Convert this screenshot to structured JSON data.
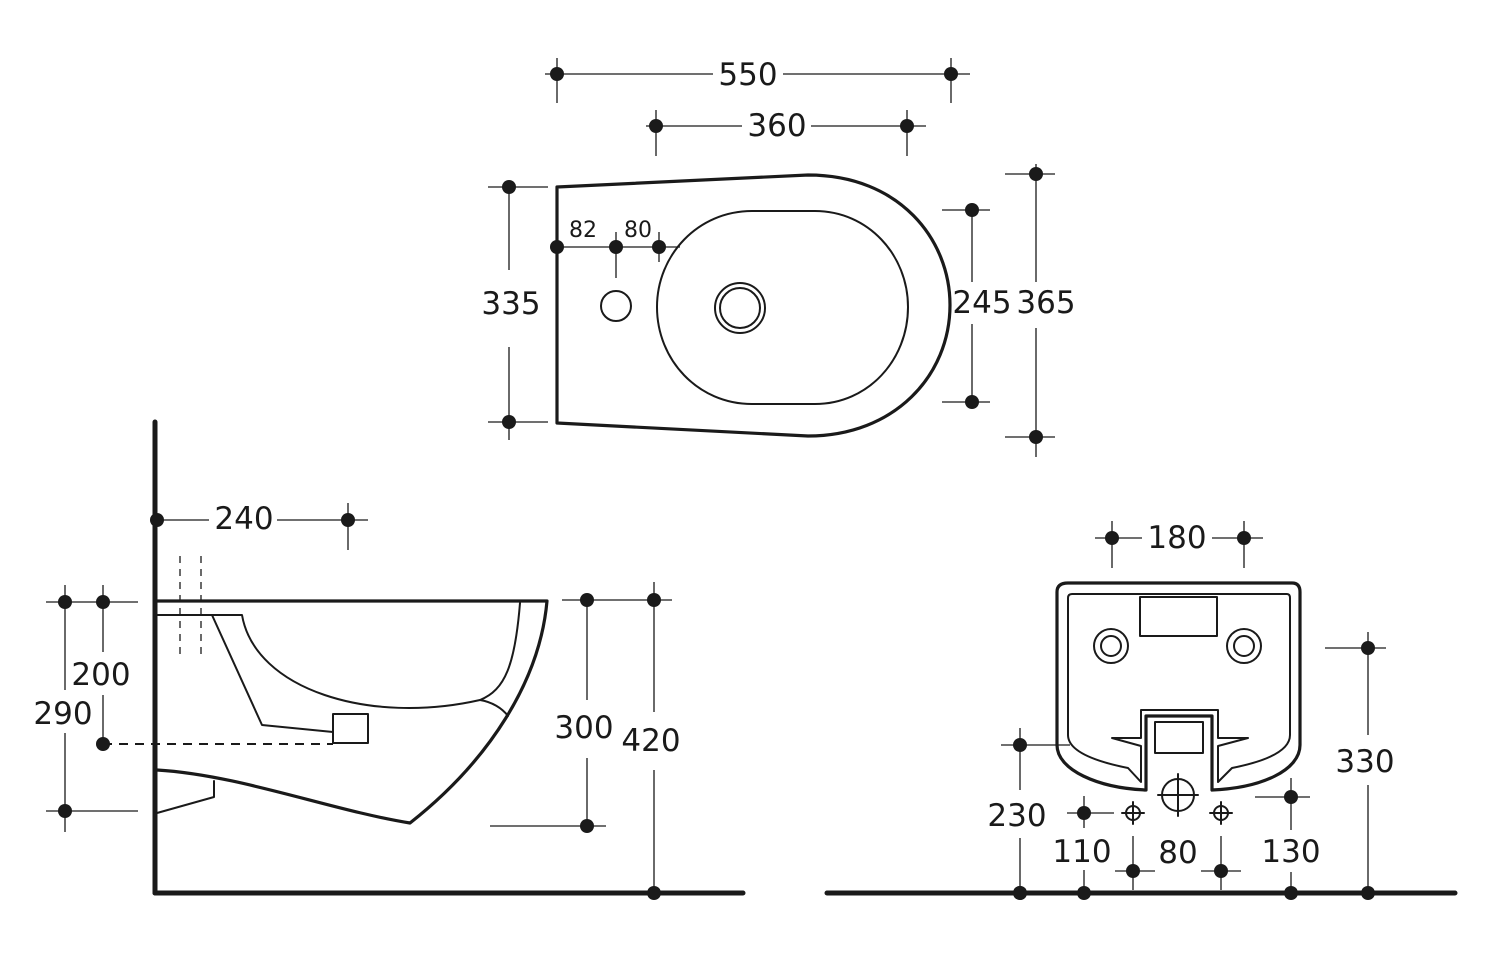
{
  "colors": {
    "ink": "#1a1a1a",
    "paper": "#ffffff"
  },
  "top_view": {
    "overall_width": "550",
    "bowl_width": "360",
    "depth": "335",
    "bowl_depth": "245",
    "overall_depth": "365",
    "tap_hole_offset": "82",
    "tap_to_bowl": "80"
  },
  "side_view": {
    "projection": "240",
    "fixing_height": "200",
    "waste_height": "290",
    "bowl_height": "300",
    "rim_height": "420"
  },
  "back_view": {
    "bolt_spacing": "180",
    "fixing_level": "330",
    "waste_level": "230",
    "supply_offset_left": "110",
    "supply_spacing": "80",
    "supply_height": "130"
  }
}
